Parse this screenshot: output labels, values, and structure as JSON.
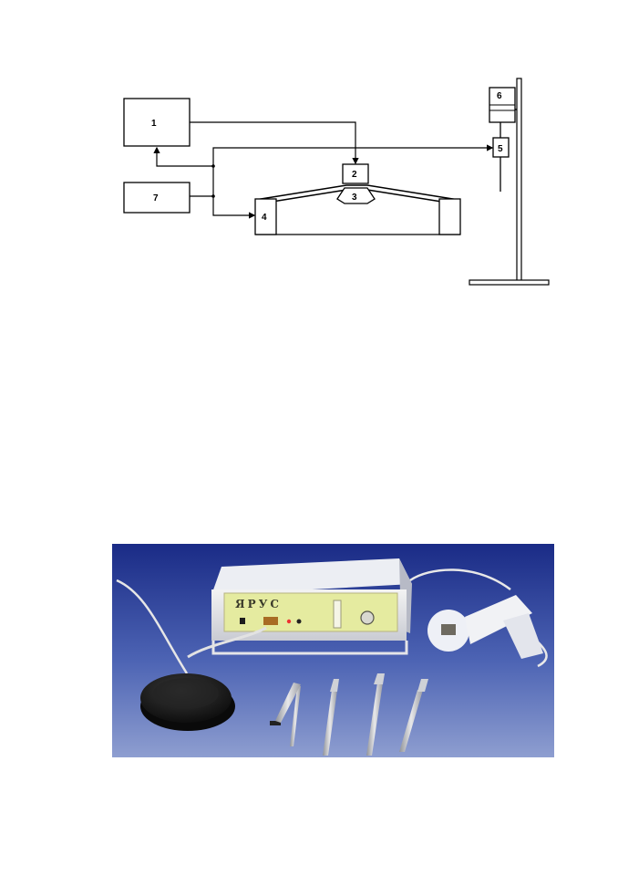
{
  "diagram": {
    "labels": {
      "b1": "1",
      "b2": "2",
      "b3": "3",
      "b4": "4",
      "b5": "5",
      "b6": "6",
      "b7": "7"
    }
  },
  "photo": {
    "device_brand": "ЯРУС"
  }
}
